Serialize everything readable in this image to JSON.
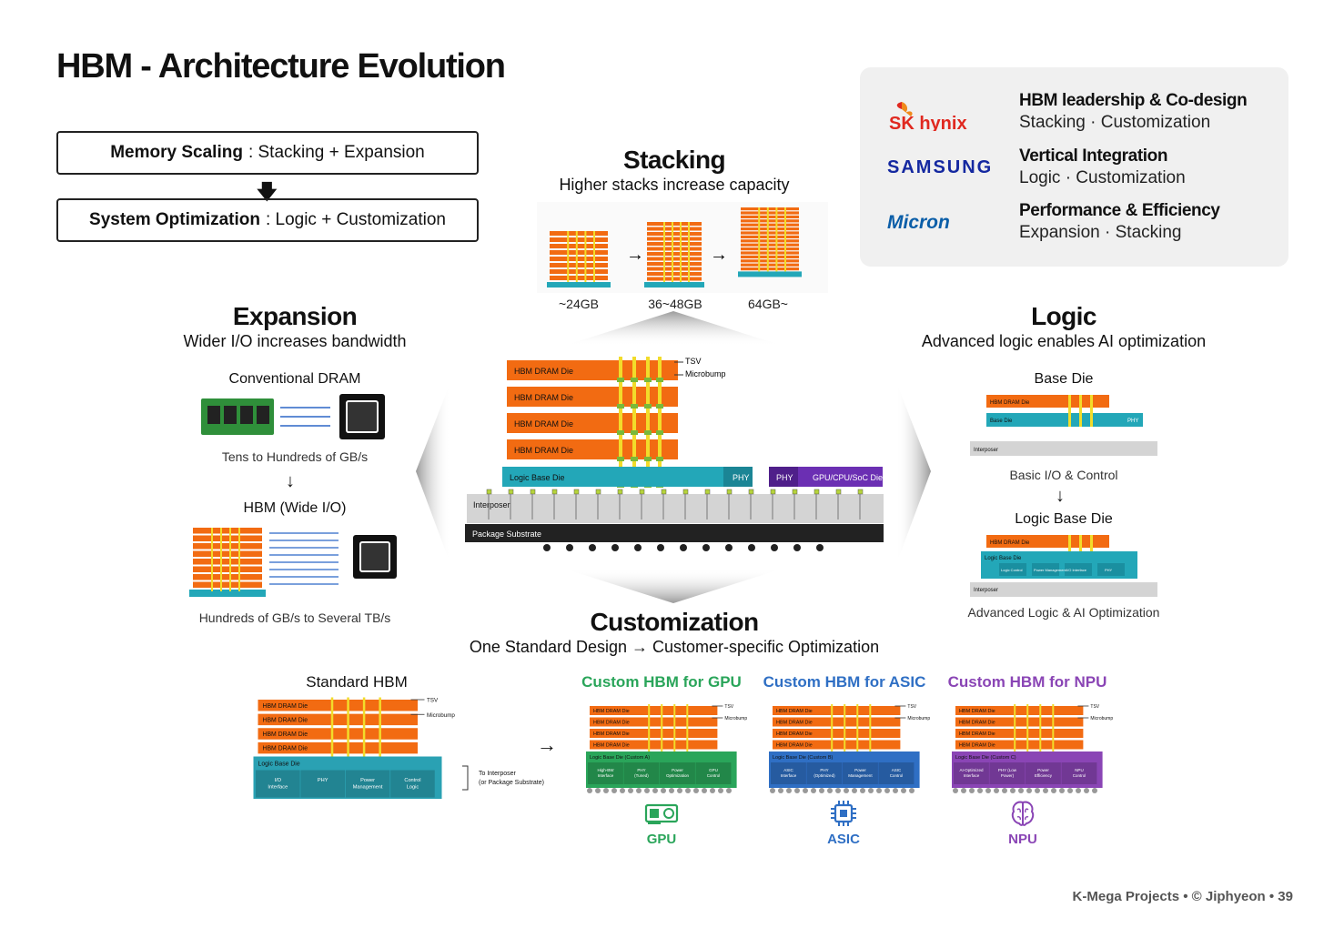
{
  "title": "HBM - Architecture Evolution",
  "boxes": {
    "memory_bold": "Memory Scaling",
    "memory_rest": ": Stacking + Expansion",
    "system_bold": "System Optimization",
    "system_rest": ": Logic + Customization"
  },
  "vendors": [
    {
      "logo": "SK hynix",
      "head": "HBM leadership & Co-design",
      "sub": "Stacking · Customization"
    },
    {
      "logo": "SAMSUNG",
      "head": "Vertical Integration",
      "sub": "Logic · Customization"
    },
    {
      "logo": "Micron",
      "head": "Performance & Efficiency",
      "sub": "Expansion · Stacking"
    }
  ],
  "stacking": {
    "title": "Stacking",
    "subtitle": "Higher stacks increase capacity",
    "capacities": [
      "~24GB",
      "36~48GB",
      "64GB~"
    ]
  },
  "expansion": {
    "title": "Expansion",
    "subtitle": "Wider I/O increases bandwidth",
    "conv_label": "Conventional DRAM",
    "conv_speed": "Tens to Hundreds of GB/s",
    "hbm_label": "HBM (Wide I/O)",
    "hbm_speed": "Hundreds of GB/s to Several TB/s"
  },
  "logic": {
    "title": "Logic",
    "subtitle": "Advanced logic enables AI optimization",
    "base_label": "Base Die",
    "base_caption": "Basic I/O & Control",
    "logic_label": "Logic Base Die",
    "logic_caption": "Advanced Logic & AI Optimization",
    "mini": {
      "hbm": "HBM DRAM Die",
      "base": "Base Die",
      "phy": "PHY",
      "interposer": "Interposer",
      "lbd": "Logic Base Die",
      "b1": "Logic Control",
      "b2": "Power Management",
      "b3": "I/O Interface",
      "b4": "PHY"
    }
  },
  "center": {
    "dram": "HBM DRAM Die",
    "tsv": "TSV",
    "microbump": "Microbump",
    "logic_base": "Logic Base Die",
    "phy": "PHY",
    "phy2": "PHY",
    "soc": "GPU/CPU/SoC Die",
    "interposer": "Interposer",
    "substrate": "Package Substrate"
  },
  "customization": {
    "title": "Customization",
    "subtitle": "One Standard Design → Customer-specific Optimization",
    "standard": {
      "label": "Standard HBM",
      "dram": "HBM DRAM Die",
      "tsv": "TSV",
      "microbump": "Microbump",
      "base": "Logic Base Die",
      "blocks": [
        "I/O Interface",
        "PHY",
        "Power Management",
        "Control Logic"
      ],
      "note1": "To Interposer",
      "note2": "(or Package Substrate)"
    },
    "customs": [
      {
        "label": "Custom HBM for GPU",
        "color": "#2aa55a",
        "base": "Logic Base Die (Custom A)",
        "blocks": [
          "High-BW Interface",
          "PHY (Tuned)",
          "Power Optimization",
          "GPU Control"
        ],
        "device": "GPU",
        "icon": "gpu-card-icon"
      },
      {
        "label": "Custom HBM for ASIC",
        "color": "#2f6fc4",
        "base": "Logic Base Die (Custom B)",
        "blocks": [
          "ASIC Interface",
          "PHY (Optimized)",
          "Power Management",
          "ASIC Control"
        ],
        "device": "ASIC",
        "icon": "chip-icon"
      },
      {
        "label": "Custom HBM for NPU",
        "color": "#8a45b5",
        "base": "Logic Base Die (Custom C)",
        "blocks": [
          "AI-Optimized Interface",
          "PHY (Low Power)",
          "Power Efficiency",
          "NPU Control"
        ],
        "device": "NPU",
        "icon": "brain-icon"
      }
    ]
  },
  "footer": "K-Mega Projects • © Jiphyeon • 39",
  "colors": {
    "dram": "#f26b12",
    "teal": "#23a7b8",
    "purple": "#6b2fb3",
    "tsv": "#f2dc2a",
    "grey": "#cfcfcf"
  }
}
